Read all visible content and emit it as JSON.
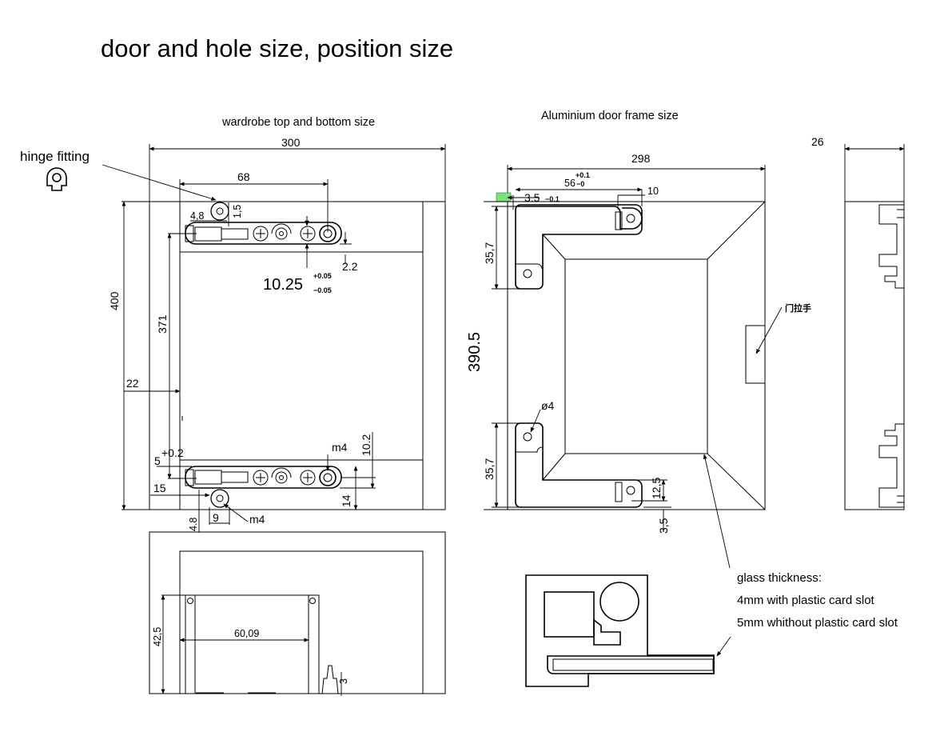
{
  "title": "door and hole size, position size",
  "sections": {
    "left_heading": "wardrobe top and bottom size",
    "right_heading": "Aluminium door frame size",
    "hinge_label": "hinge fitting",
    "handle_label": "门拉手"
  },
  "dimensions": {
    "width_300": "300",
    "width_68": "68",
    "height_400": "400",
    "height_371": "371",
    "dim_22": "22",
    "dim_4_8_top": "4,8",
    "dim_1_5": "1,5",
    "dim_2_2": "2.2",
    "dim_10_25": "10.25",
    "tol_plus_005": "+0.05",
    "tol_minus_005": "−0.05",
    "dim_5": "5",
    "tol_plus_02": "+0.2",
    "dim_15": "15",
    "dim_4_8_bottom": "4.8",
    "dim_9": "9",
    "dim_14": "14",
    "dim_10_2": "10.2",
    "m4_upper": "m4",
    "m4_lower": "m4",
    "dim_42_5": "42,5",
    "dim_60_09": "60,09",
    "dim_3_small": "3",
    "width_298": "298",
    "dim_56": "56",
    "tol_56_plus": "+0.1",
    "tol_56_minus": "−0",
    "dim_10": "10",
    "dim_3_5_top": "3.5",
    "tol_3_5": "−0.1",
    "dim_35_7_top": "35,7",
    "dim_35_7_bottom": "35,7",
    "height_390_5": "390.5",
    "dia_4": "ø4",
    "dim_12_5": "12,5",
    "dim_3_5_side": "3,5",
    "side_26": "26"
  },
  "glass_note": {
    "line1": "glass thickness:",
    "line2": "4mm with plastic card slot",
    "line3": "5mm whithout plastic card slot"
  },
  "colors": {
    "line": "#000000",
    "background": "#ffffff",
    "highlight": "#7ee07e"
  }
}
